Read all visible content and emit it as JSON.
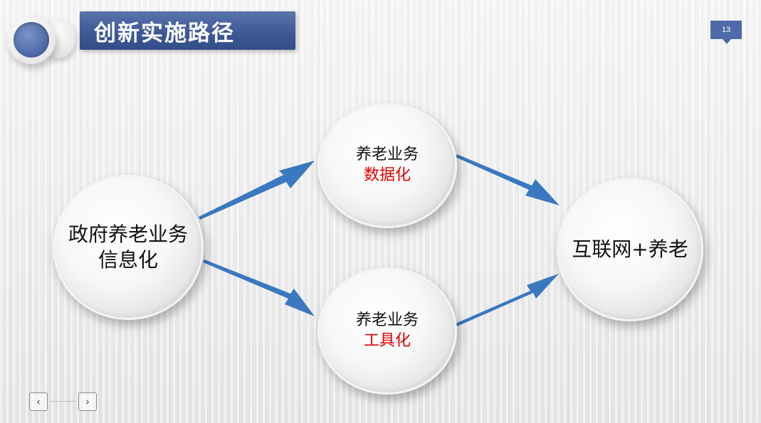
{
  "header": {
    "title": "创新实施路径",
    "page_number": "13"
  },
  "diagram": {
    "nodes": {
      "gov": {
        "line1": "政府养老业务",
        "line2": "信息化"
      },
      "data": {
        "line1": "养老业务",
        "line2": "数据化"
      },
      "tool": {
        "line1": "养老业务",
        "line2": "工具化"
      },
      "net": {
        "line1": "互联网+养老"
      }
    },
    "edges": [
      {
        "from": "gov",
        "to": "data"
      },
      {
        "from": "gov",
        "to": "tool"
      },
      {
        "from": "data",
        "to": "net"
      },
      {
        "from": "tool",
        "to": "net"
      }
    ]
  },
  "nav": {
    "prev_icon": "chevron-left-icon",
    "next_icon": "chevron-right-icon",
    "prev_glyph": "‹",
    "next_glyph": "›"
  },
  "colors": {
    "title_bar": "#3e5996",
    "arrow": "#2e6db6",
    "accent_text": "#e00000",
    "page_tag": "#4e6aa8"
  }
}
